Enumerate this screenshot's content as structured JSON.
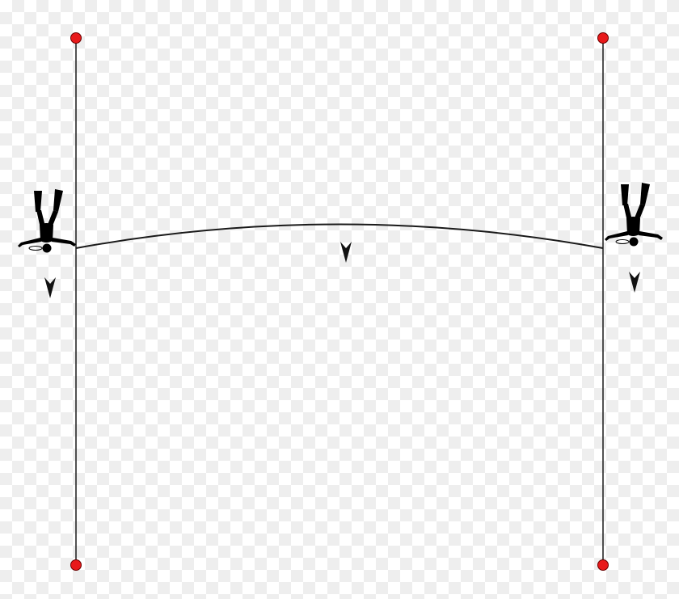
{
  "diagram": {
    "description_free": true,
    "colors": {
      "line": "#1a1a1a",
      "anchor_fill": "#e8191a",
      "anchor_stroke": "#6b0000",
      "diver": "#000000",
      "arrow": "#111111"
    },
    "elements": {
      "anchors": [
        "top-left",
        "bottom-left",
        "top-right",
        "bottom-right"
      ],
      "divers": [
        "left-diver",
        "right-diver"
      ],
      "arrows": [
        "left-diver-arrow",
        "center-arrow",
        "right-diver-arrow"
      ],
      "icons": {
        "anchor": "buoy-anchor-icon",
        "diver": "diver-icon",
        "arrow": "direction-arrow-icon"
      }
    }
  }
}
